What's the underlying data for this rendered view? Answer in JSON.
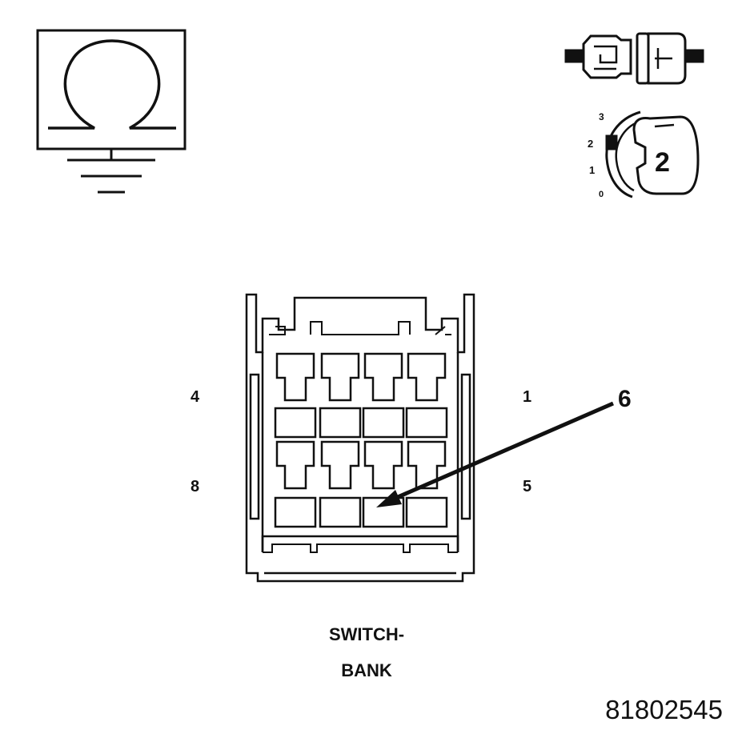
{
  "ohmmeter": {
    "symbol": "Ω"
  },
  "key_switch": {
    "positions": [
      "3",
      "2",
      "1",
      "0"
    ],
    "selected": "2",
    "selected_marker": "2"
  },
  "connector": {
    "pin_labels": {
      "top_left": "4",
      "top_right": "1",
      "bottom_left": "8",
      "bottom_right": "5"
    },
    "callout": "6",
    "name_line1": "SWITCH-",
    "name_line2": "BANK"
  },
  "figure_id": "81802545"
}
